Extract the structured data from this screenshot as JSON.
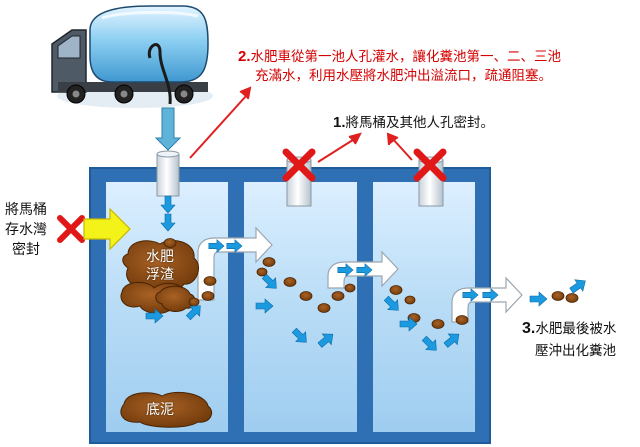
{
  "notes": {
    "step2": {
      "number": "2.",
      "line1": "水肥車從第一池人孔灌水，讓化糞池第一、二、三池",
      "line2": "充滿水，利用水壓將水肥沖出溢流口，疏通阻塞。"
    },
    "step1": {
      "number": "1.",
      "text": "將馬桶及其他人孔密封。"
    },
    "step3": {
      "number": "3.",
      "line1": "水肥最後被水",
      "line2": "壓沖出化糞池"
    },
    "left": {
      "line1": "將馬桶",
      "line2": "存水灣",
      "line3": "密封"
    }
  },
  "tank_labels": {
    "scum": [
      "水肥",
      "浮渣"
    ],
    "sludge": "底泥"
  },
  "colors": {
    "tank_frame": "#2d6fb5",
    "water": "#b9ddf7",
    "flow_arrow": "#1b9ae0",
    "annotation_red": "#e02020",
    "waste_brown": "#8a4a12",
    "seal_arrow_yellow": "#f2f21a",
    "truck_blue": "#6fbfe8"
  },
  "icons": [
    "tanker-truck-icon",
    "sealed-x-icon",
    "flow-arrow-icon",
    "yellow-arrow-icon"
  ]
}
